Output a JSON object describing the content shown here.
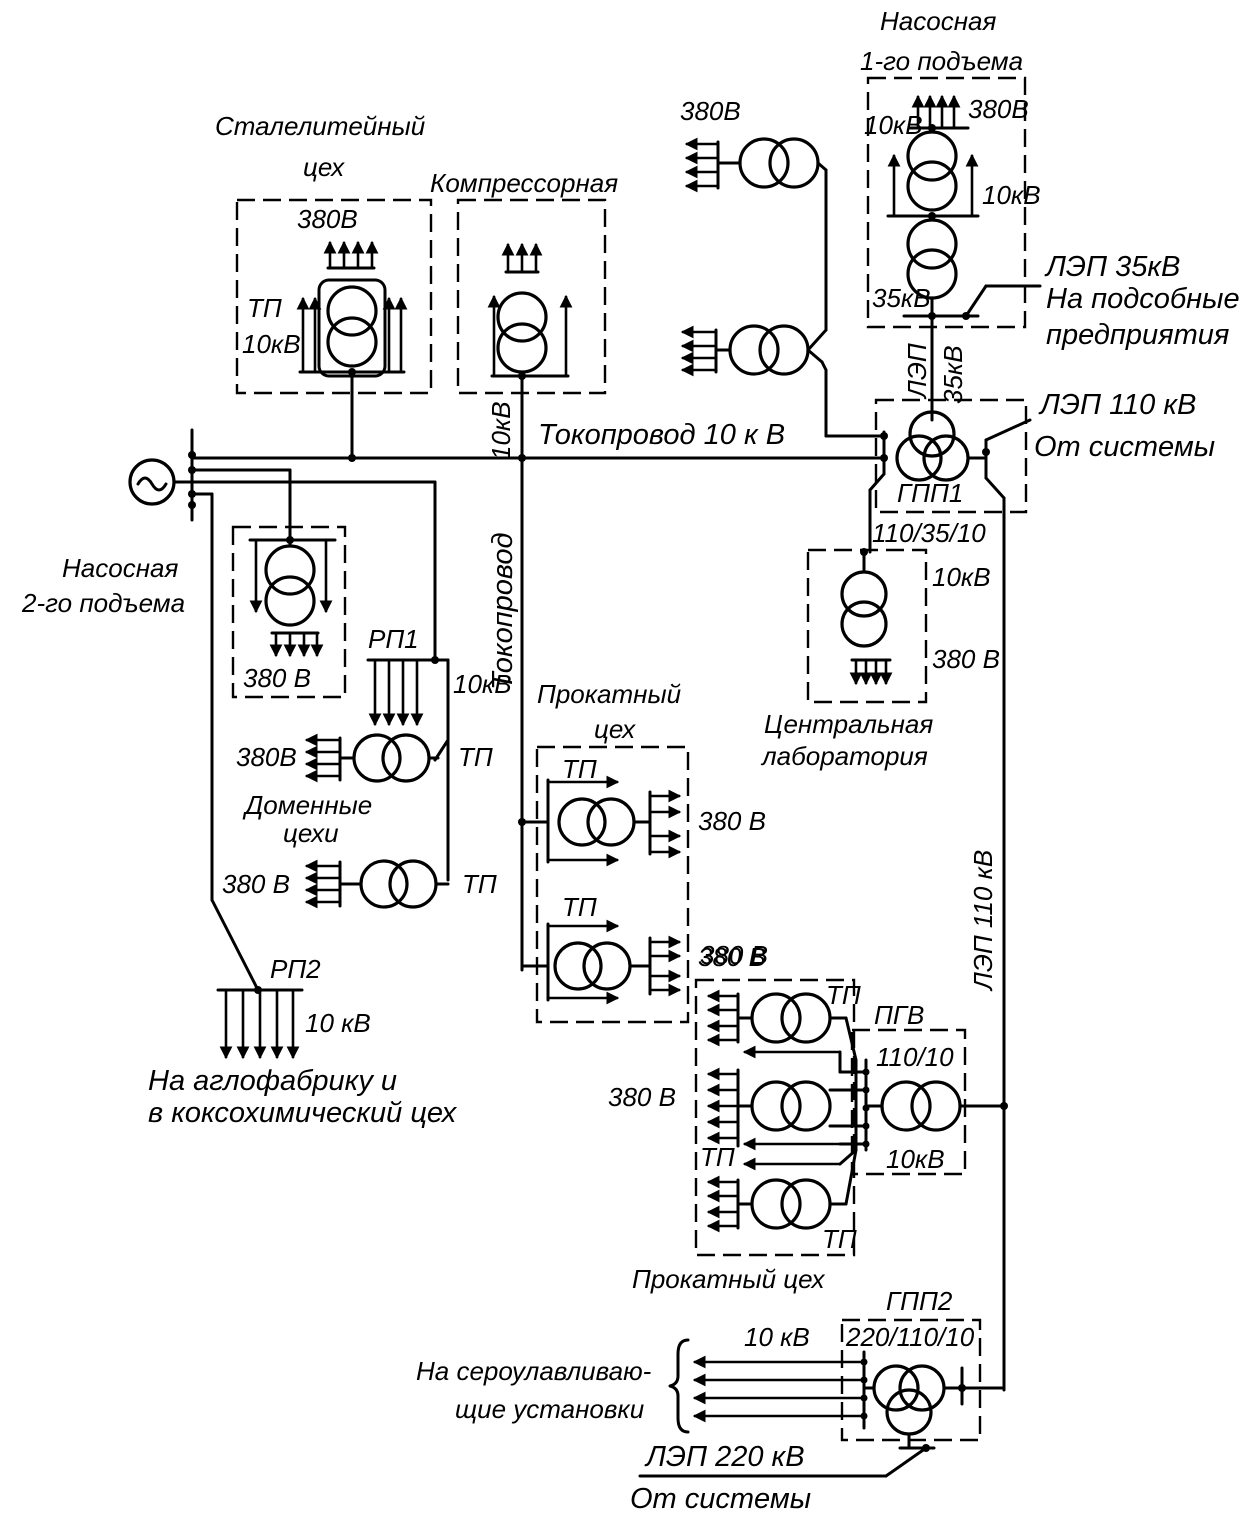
{
  "labels": {
    "nasosnaya1_l1": "Насосная",
    "nasosnaya1_l2": "1-го подъема",
    "n1_380v": "380В",
    "n1_10kv_top": "10кВ",
    "n1_10kv": "10кВ",
    "n1_35kv": "35кВ",
    "lep35": "ЛЭП 35кВ",
    "lep35_dest_l1": "На подсобные",
    "lep35_dest_l2": "предприятия",
    "lep_vert": "ЛЭП",
    "kv35_vert": "35кВ",
    "lep110_top": "ЛЭП 110 кВ",
    "ot_sistemy_top": "От системы",
    "gpp1": "ГПП1",
    "gpp1_ratio": "110/35/10",
    "v380_top": "380В",
    "stal_l1": "Сталелитейный",
    "stal_l2": "цех",
    "stal_380v": "380В",
    "stal_tp": "ТП",
    "stal_10kv": "10кВ",
    "kompressornaya": "Компрессорная",
    "tokoprovod_10kv_vert": "10кВ",
    "tokoprovod_main": "Токопровод 10 к В",
    "tokoprovod_vert": "Токопровод",
    "nasosnaya2_l1": "Насосная",
    "nasosnaya2_l2": "2-го подъема",
    "n2_380v": "380 В",
    "rp1": "РП1",
    "rp1_10kv": "10кВ",
    "dom_380v_1": "380В",
    "dom_tp_1": "ТП",
    "domennye_l1": "Доменные",
    "domennye_l2": "цехи",
    "dom_380v_2": "380 В",
    "dom_tp_2": "ТП",
    "rp2": "РП2",
    "rp2_10kv": "10 кВ",
    "aglo_l1": "На аглофабрику и",
    "aglo_l2": "в коксохимический цех",
    "lab_10kv": "10кВ",
    "lab_380v": "380 В",
    "lab_l1": "Центральная",
    "lab_l2": "лаборатория",
    "prokat1_l1": "Прокатный",
    "prokat1_l2": "цех",
    "prokat1_tp1": "ТП",
    "prokat1_380v_1": "380 В",
    "prokat1_tp2": "ТП",
    "prokat1_380v_2": "380 В",
    "lep110_vert": "ЛЭП 110 кВ",
    "pgv": "ПГВ",
    "pgv_ratio": "110/10",
    "pgv_10kv": "10кВ",
    "prokat2_tp_top": "ТП",
    "prokat2_380v": "380 В",
    "prokat2_tp_left": "ТП",
    "prokat2_tp_bottom": "ТП",
    "prokat2_name": "Прокатный цех",
    "gpp2": "ГПП2",
    "gpp2_ratio": "220/110/10",
    "gpp2_10kv": "10 кВ",
    "sero_l1": "На сероулавливаю-",
    "sero_l2": "щие установки",
    "lep220": "ЛЭП 220 кВ",
    "ot_sistemy_bottom": "От системы"
  }
}
